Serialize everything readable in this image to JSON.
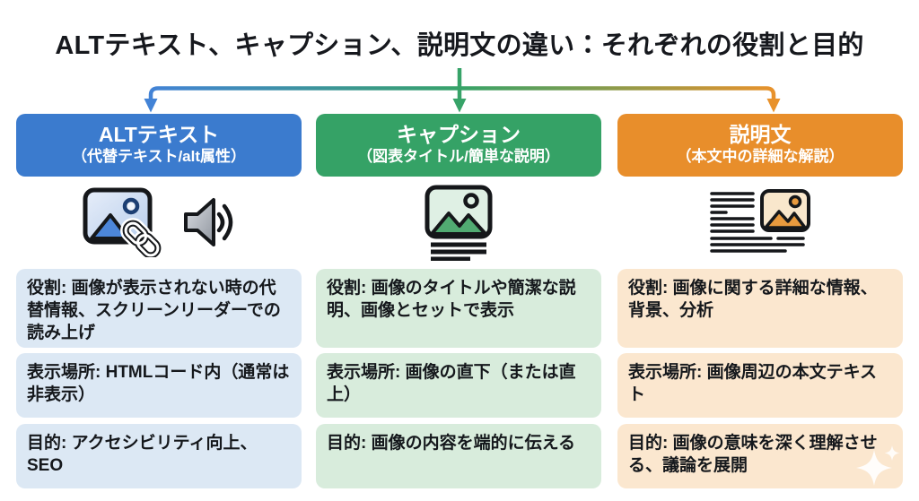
{
  "title": "ALTテキスト、キャプション、説明文の違い：それぞれの役割と目的",
  "connector": {
    "left_arrow_color": "#4383d6",
    "center_arrow_color": "#37a368",
    "right_arrow_color": "#e8922c"
  },
  "colors": {
    "header_blue": "#3b7bce",
    "header_green": "#35a266",
    "header_orange": "#e88e2b",
    "body_blue": "#dce8f4",
    "body_green": "#d8ecdc",
    "body_orange": "#fbe7cf",
    "text": "#15181c",
    "background": "#ffffff"
  },
  "columns": [
    {
      "header": {
        "title": "ALTテキスト",
        "subtitle": "（代替テキスト/alt属性）"
      },
      "icons": [
        "image-with-link-icon",
        "speaker-sound-icon"
      ],
      "rows": [
        {
          "label": "役割: ",
          "text": "画像が表示されない時の代替情報、スクリーンリーダーでの読み上げ"
        },
        {
          "label": "表示場所: ",
          "text": "HTMLコード内（通常は非表示）"
        },
        {
          "label": "目的: ",
          "text": "アクセシビリティ向上、SEO"
        }
      ]
    },
    {
      "header": {
        "title": "キャプション",
        "subtitle": "（図表タイトル/簡単な説明）"
      },
      "icons": [
        "image-with-caption-lines-icon"
      ],
      "rows": [
        {
          "label": "役割: ",
          "text": "画像のタイトルや簡潔な説明、画像とセットで表示"
        },
        {
          "label": "表示場所: ",
          "text": "画像の直下（または直上）"
        },
        {
          "label": "目的: ",
          "text": "画像の内容を端的に伝える"
        }
      ]
    },
    {
      "header": {
        "title": "説明文",
        "subtitle": "（本文中の詳細な解説）"
      },
      "icons": [
        "text-with-inline-image-icon"
      ],
      "rows": [
        {
          "label": "役割: ",
          "text": "画像に関する詳細な情報、背景、分析"
        },
        {
          "label": "表示場所: ",
          "text": "画像周辺の本文テキスト"
        },
        {
          "label": "目的: ",
          "text": "画像の意味を深く理解させる、議論を展開"
        }
      ]
    }
  ],
  "decor": {
    "sparkle": "sparkle-icon"
  }
}
